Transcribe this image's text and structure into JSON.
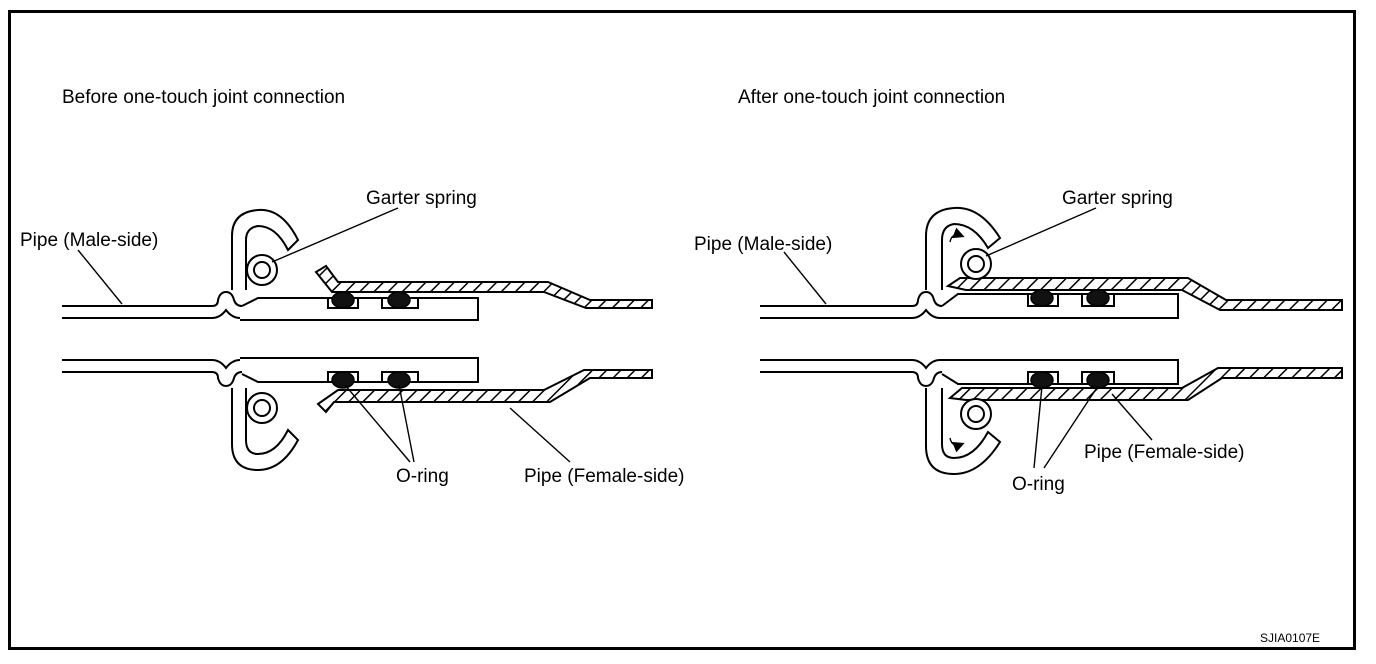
{
  "diagram": {
    "before": {
      "title": "Before one-touch joint connection",
      "garter_spring": "Garter spring",
      "pipe_male": "Pipe (Male-side)",
      "o_ring": "O-ring",
      "pipe_female": "Pipe (Female-side)"
    },
    "after": {
      "title": "After one-touch joint connection",
      "garter_spring": "Garter spring",
      "pipe_male": "Pipe (Male-side)",
      "o_ring": "O-ring",
      "pipe_female": "Pipe (Female-side)"
    },
    "figure_code": "SJIA0107E"
  }
}
